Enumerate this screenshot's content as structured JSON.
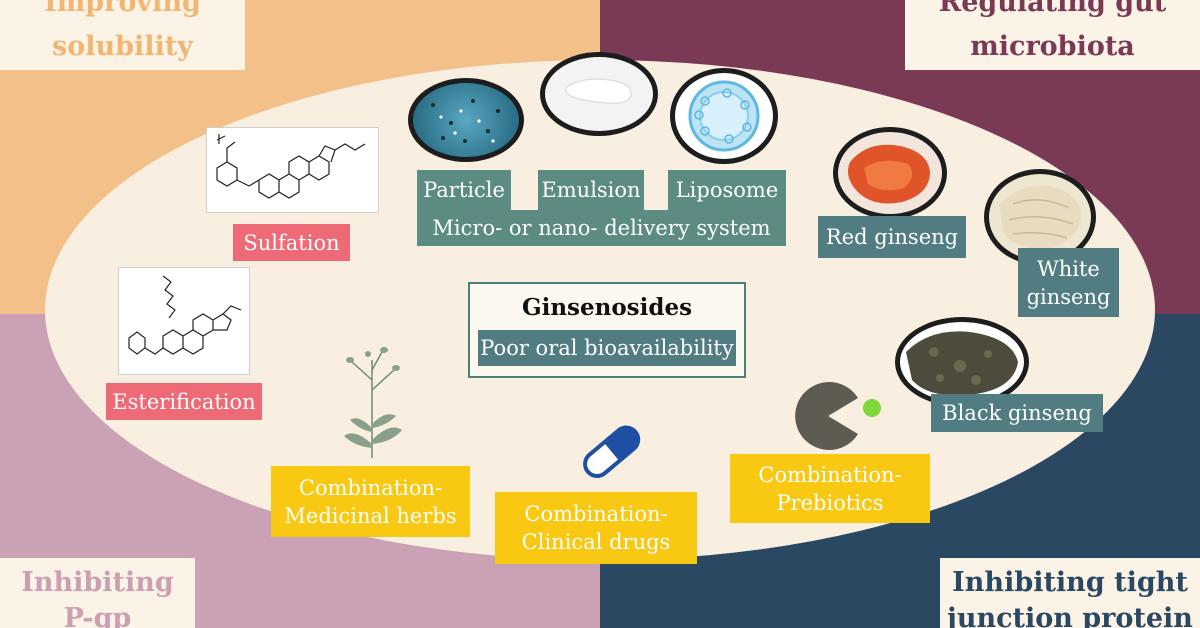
{
  "quadrants": {
    "top_left": "Improving solubility",
    "top_left_lines": [
      "Improving",
      "solubility"
    ],
    "top_right_lines": [
      "Regulating gut",
      "microbiota"
    ],
    "bottom_left_lines": [
      "Inhibiting",
      "P-gp"
    ],
    "bottom_right_lines": [
      "Inhibiting tight",
      "junction protein"
    ]
  },
  "center": {
    "title": "Ginsenosides",
    "subtitle": "Poor oral bioavailability"
  },
  "delivery": {
    "particle": "Particle",
    "emulsion": "Emulsion",
    "liposome": "Liposome",
    "system": "Micro- or nano- delivery system"
  },
  "modification": {
    "sulfation": "Sulfation",
    "esterification": "Esterification"
  },
  "ginseng": {
    "red": "Red ginseng",
    "white_lines": [
      "White",
      "ginseng"
    ],
    "black": "Black  ginseng"
  },
  "combination": {
    "herbs_lines": [
      "Combination-",
      "Medicinal herbs"
    ],
    "drugs_lines": [
      "Combination-",
      "Clinical drugs"
    ],
    "prebiotics_lines": [
      "Combination-",
      "Prebiotics"
    ]
  },
  "colors": {
    "solubility": "#f4c08a",
    "microbiota": "#7a3a56",
    "pgp": "#cba2b5",
    "tight_junction": "#2b4863",
    "delivery_label": "#5b8b82",
    "ginseng_label": "#517d82",
    "modification_label": "#ee6a76",
    "combination_label": "#f8c812"
  }
}
